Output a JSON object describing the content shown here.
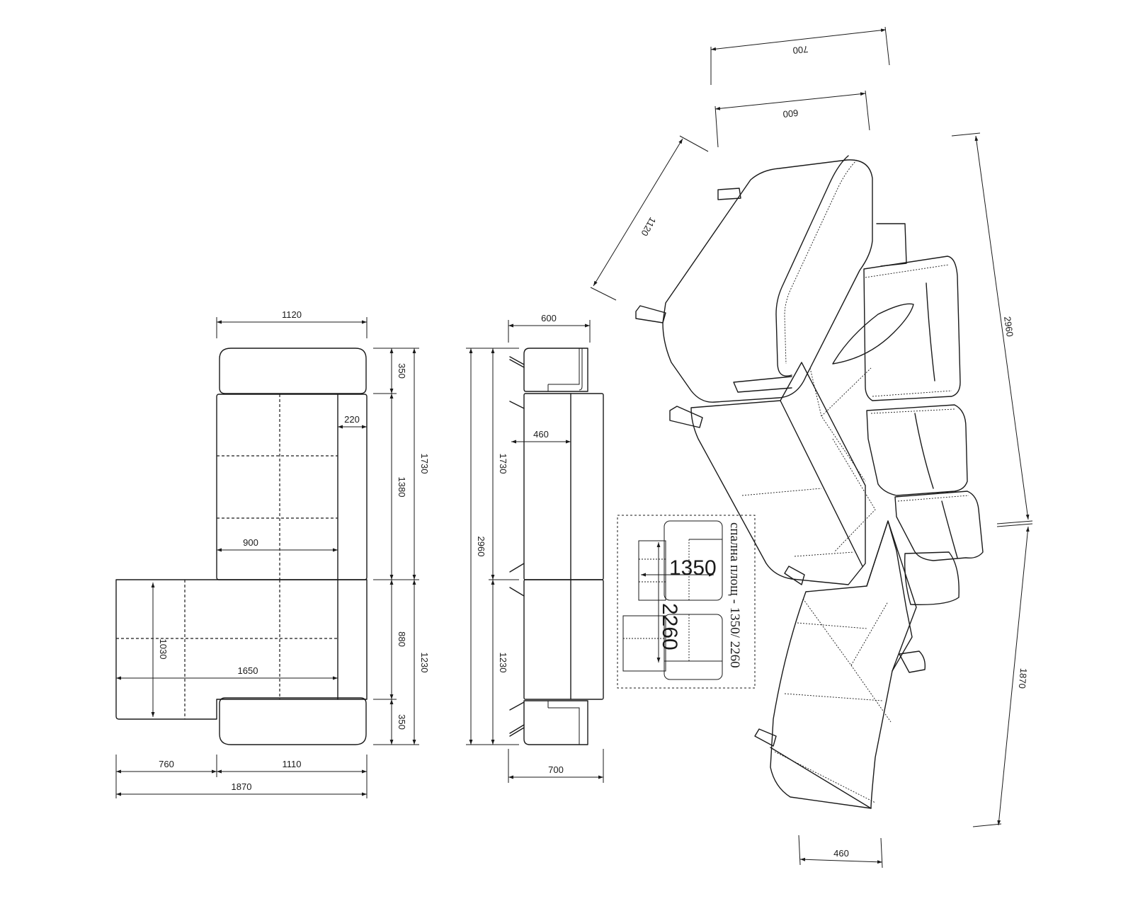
{
  "plan": {
    "top_width": "1120",
    "top_cushion": "350",
    "arm_width": "220",
    "back_section": "1380",
    "upper_total": "1730",
    "seat_depth": "900",
    "chaise_depth": "880",
    "lower_total": "1230",
    "chaise_length": "1030",
    "chaise_width": "1650",
    "bottom_cushion": "350",
    "bottom_left": "760",
    "bottom_right": "1110",
    "overall_width": "1870"
  },
  "side": {
    "top_width": "600",
    "total_height": "2960",
    "upper": "1730",
    "lower": "1230",
    "seat": "460",
    "bottom_width": "700"
  },
  "sleep": {
    "caption": "спална площ - 1350/ 2260",
    "width": "1350",
    "length": "2260"
  },
  "iso": {
    "top_outer": "700",
    "top_inner": "600",
    "left_length": "1120",
    "right_length": "2960",
    "right_lower": "1870",
    "bottom": "460"
  }
}
